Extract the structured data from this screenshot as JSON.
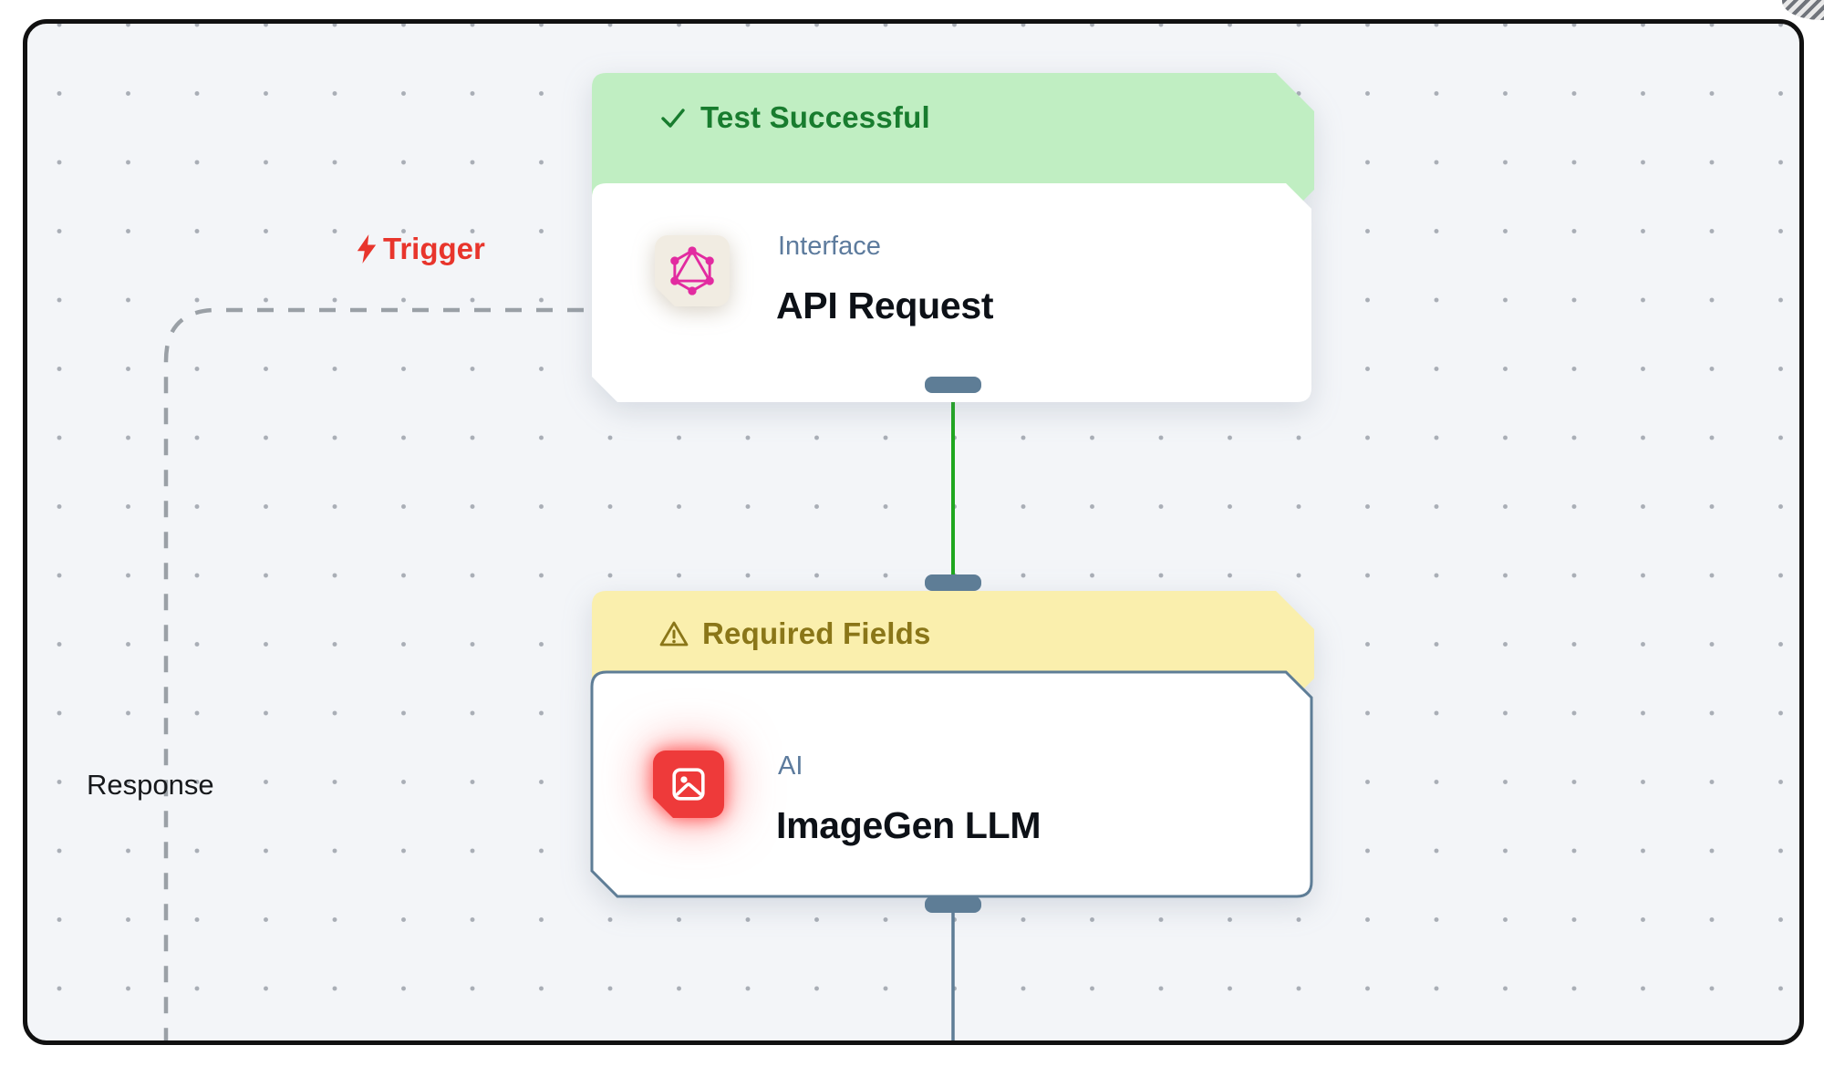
{
  "canvas": {
    "background_color": "#f3f5f8",
    "dot_grid_color": "#a9aeb6",
    "frame_border_color": "#111111"
  },
  "flow": {
    "trigger": {
      "label": "Trigger",
      "color": "#e8352c",
      "icon": "lightning-icon"
    },
    "response": {
      "label": "Response",
      "color": "#17191c"
    },
    "edges": [
      {
        "id": "trigger-response-edge",
        "style": "dashed",
        "color": "#9aa0a6"
      },
      {
        "id": "api-to-imagegen-edge",
        "style": "solid",
        "color": "#1fa71f"
      },
      {
        "id": "imagegen-output-edge",
        "style": "solid",
        "color": "#5e7d96"
      }
    ],
    "port_color": "#5e7d96"
  },
  "nodes": [
    {
      "id": "api-request",
      "status": {
        "label": "Test Successful",
        "icon": "check-icon",
        "bg": "#c0eec2",
        "text_color": "#187c2e"
      },
      "category": "Interface",
      "title": "API Request",
      "icon": "graphql-icon",
      "icon_color": "#e22ba0",
      "icon_bg": "#f1ece2"
    },
    {
      "id": "imagegen-llm",
      "status": {
        "label": "Required Fields",
        "icon": "warning-icon",
        "bg": "#faefad",
        "text_color": "#8a7618"
      },
      "category": "AI",
      "title": "ImageGen LLM",
      "icon": "image-icon",
      "icon_color": "#ffffff",
      "icon_bg": "#ee3a3a",
      "border_color": "#5e7d96"
    }
  ]
}
